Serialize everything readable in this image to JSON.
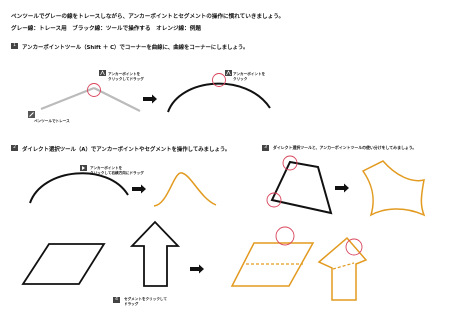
{
  "intro": {
    "line1": "ペンツールでグレーの線をトレースしながら、アンカーポイントとセグメントの操作に慣れていきましょう。",
    "line2": "グレー線：トレース用　ブラック線：ツールで操作する　オレンジ線：例題"
  },
  "section1": {
    "badge": "1",
    "title": "アンカーポイントツール（Shift ＋ C）でコーナーを曲線に、曲線をコーナーにしましょう。",
    "note_drag": [
      "アンカーポイントを",
      "クリックしてドラッグ"
    ],
    "note_click": [
      "アンカーポイントを",
      "クリック"
    ],
    "note_trace": "ペンツールでトレース"
  },
  "section2": {
    "badge": "2",
    "title": "ダイレクト選択ツール（A）でアンカーポイントやセグメントを操作してみましょう。",
    "note_drag": [
      "アンカーポイントを",
      "クリックして右横方向にドラッグ"
    ]
  },
  "section3": {
    "badge": "3",
    "title": "ダイレクト選択ツールと、アンカーポイントツールの使い分けをしてみましょう。"
  },
  "section4": {
    "badge": "4",
    "note_segment": [
      "セグメントをクリックして",
      "ドラッグ"
    ]
  },
  "colors": {
    "trace": "#bbbbbb",
    "operate": "#111111",
    "example": "#e29a1f",
    "marker": "#d9435a",
    "badge": "#444444"
  },
  "icons": [
    "pen-tool-icon",
    "anchor-point-tool-icon",
    "arrow-right-icon"
  ]
}
